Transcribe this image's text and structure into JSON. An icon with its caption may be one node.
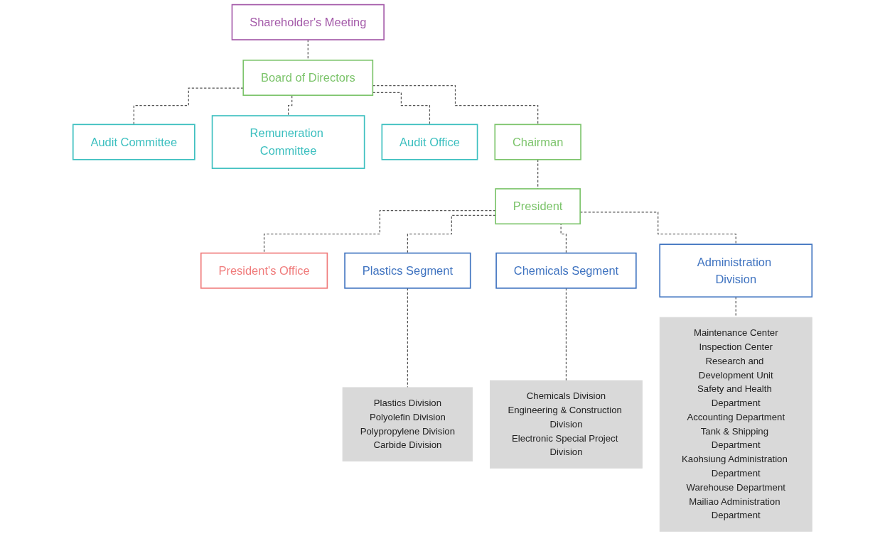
{
  "diagram": {
    "nodes": [
      {
        "text": [
          "Shareholder's Meeting"
        ]
      },
      {
        "text": [
          "Board of Directors"
        ]
      },
      {
        "text": [
          "Audit Committee"
        ]
      },
      {
        "text": [
          "Remuneration Committee"
        ]
      },
      {
        "text": [
          "Audit Office"
        ]
      },
      {
        "text": [
          "Chairman"
        ]
      },
      {
        "text": [
          "President"
        ]
      },
      {
        "text": [
          "President's Office"
        ]
      },
      {
        "text": [
          "Plastics Segment"
        ]
      },
      {
        "text": [
          "Chemicals Segment"
        ]
      },
      {
        "text": [
          "Administration Division"
        ]
      },
      {
        "text": [
          "Plastics Division",
          "Polyolefin Division",
          "Polypropylene Division",
          "Carbide Division"
        ]
      },
      {
        "text": [
          "Chemicals Division",
          "Engineering & Construction Division",
          "Electronic Special Project Division"
        ]
      },
      {
        "text": [
          "Maintenance Center",
          "Inspection Center",
          "Research and Development Unit",
          "Safety and Health Department",
          "Accounting Department",
          "Tank & Shipping Department",
          "Kaohsiung Administration Department",
          "Warehouse Department",
          "Mailiao Administration Department"
        ]
      }
    ],
    "edges": [
      {
        "from": 0,
        "to": 1,
        "arrow": "none",
        "style": "dashed"
      },
      {
        "from": 1,
        "to": 2,
        "arrow": "none",
        "style": "dashed"
      },
      {
        "from": 1,
        "to": 3,
        "arrow": "none",
        "style": "dashed"
      },
      {
        "from": 1,
        "to": 4,
        "arrow": "none",
        "style": "dashed"
      },
      {
        "from": 1,
        "to": 5,
        "arrow": "none",
        "style": "dashed"
      },
      {
        "from": 5,
        "to": 6,
        "arrow": "none",
        "style": "dashed"
      },
      {
        "from": 6,
        "to": 7,
        "arrow": "none",
        "style": "dashed"
      },
      {
        "from": 6,
        "to": 8,
        "arrow": "none",
        "style": "dashed"
      },
      {
        "from": 6,
        "to": 9,
        "arrow": "none",
        "style": "dashed"
      },
      {
        "from": 6,
        "to": 10,
        "arrow": "none",
        "style": "dashed"
      },
      {
        "from": 8,
        "to": 11,
        "arrow": "none",
        "style": "dashed"
      },
      {
        "from": 9,
        "to": 12,
        "arrow": "none",
        "style": "dashed"
      },
      {
        "from": 10,
        "to": 13,
        "arrow": "none",
        "style": "dashed"
      }
    ]
  }
}
